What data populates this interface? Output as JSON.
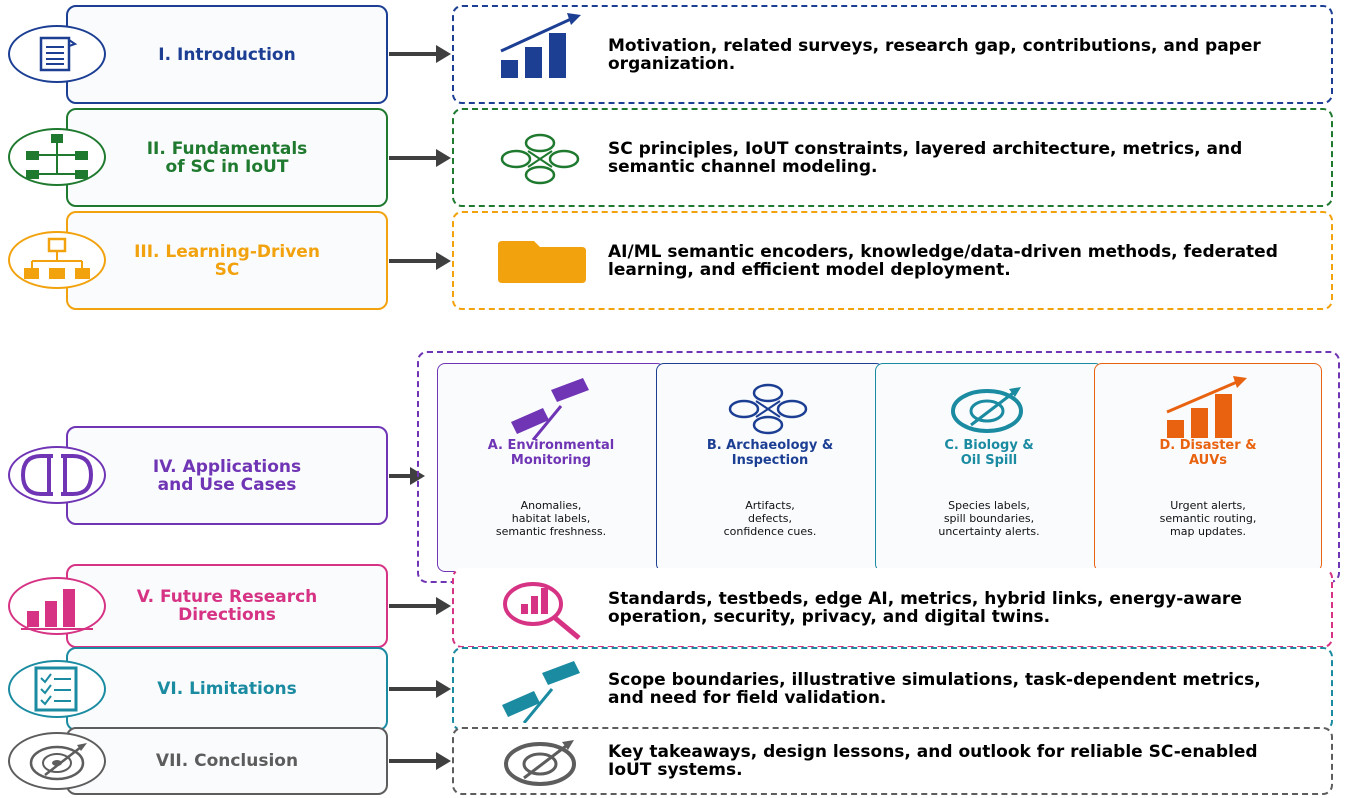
{
  "colors": {
    "introduction": "#1c3f94",
    "fundamentals": "#1f7a2f",
    "learning": "#f2a20d",
    "applications": "#6f35b5",
    "future": "#d63384",
    "limitations": "#1a8ba1",
    "conclusion": "#5d5d5d",
    "archaeology": "#1c3f94",
    "disaster": "#e8620f"
  },
  "sections": [
    {
      "label": "I. Introduction",
      "icon": "document-icon",
      "description": "Motivation, related surveys, research gap, contributions, and paper organization."
    },
    {
      "label": "II. Fundamentals\nof SC in IoUT",
      "icon": "network-icon",
      "description": "SC principles, IoUT constraints, layered architecture, metrics, and semantic channel modeling."
    },
    {
      "label": "III. Learning-Driven\nSC",
      "icon": "hierarchy-icon",
      "description": "AI/ML semantic encoders, knowledge/data-driven methods, federated learning, and efficient model deployment."
    },
    {
      "label": "IV. Applications\nand Use Cases",
      "icon": "link-icon"
    },
    {
      "label": "V. Future Research\nDirections",
      "icon": "bar-chart-icon",
      "description": "Standards, testbeds, edge AI, metrics, hybrid links, energy-aware operation, security, privacy, and digital twins."
    },
    {
      "label": "VI. Limitations",
      "icon": "checklist-icon",
      "description": "Scope boundaries, illustrative simulations, task-dependent metrics, and need for field validation."
    },
    {
      "label": "VII. Conclusion",
      "icon": "target-icon",
      "description": "Key takeaways, design lessons, and outlook for reliable SC-enabled IoUT systems."
    }
  ],
  "applications": [
    {
      "title": "A. Environmental\nMonitoring",
      "body": "Anomalies,\nhabitat labels,\nsemantic freshness.",
      "icon": "satellite-icon"
    },
    {
      "title": "B. Archaeology &\nInspection",
      "body": "Artifacts,\ndefects,\nconfidence cues.",
      "icon": "drone-icon"
    },
    {
      "title": "C. Biology &\nOil Spill",
      "body": "Species labels,\nspill boundaries,\nuncertainty alerts.",
      "icon": "target-icon"
    },
    {
      "title": "D. Disaster &\nAUVs",
      "body": "Urgent alerts,\nsemantic routing,\nmap updates.",
      "icon": "growth-chart-icon"
    }
  ]
}
